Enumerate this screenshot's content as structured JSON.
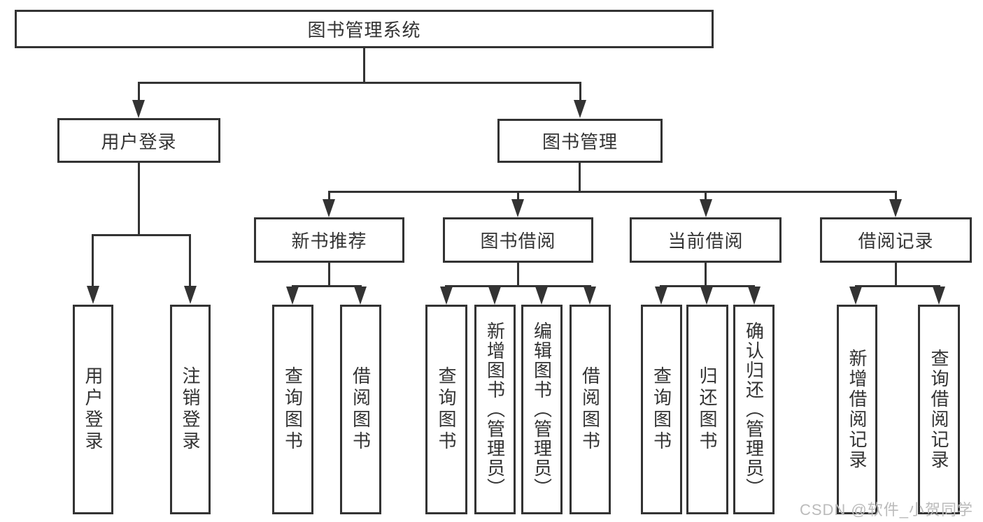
{
  "diagram_title": "图书管理系统",
  "colors": {
    "line": "#333333",
    "text": "#333333",
    "watermark": "#bbbbbb"
  },
  "nodes": {
    "root": {
      "label": "图书管理系统"
    },
    "user_login": {
      "label": "用户登录"
    },
    "book_mgmt": {
      "label": "图书管理"
    },
    "new_book_rec": {
      "label": "新书推荐"
    },
    "book_borrow": {
      "label": "图书借阅"
    },
    "current_borrow": {
      "label": "当前借阅"
    },
    "borrow_records": {
      "label": "借阅记录"
    },
    "leaf_user_login": {
      "label": "用户登录"
    },
    "leaf_logout": {
      "label": "注销登录"
    },
    "leaf_rec_query": {
      "label": "查询图书"
    },
    "leaf_rec_borrow": {
      "label": "借阅图书"
    },
    "leaf_bb_query": {
      "label": "查询图书"
    },
    "leaf_bb_add": {
      "label": "新增图书（管理员）"
    },
    "leaf_bb_edit": {
      "label": "编辑图书（管理员）"
    },
    "leaf_bb_borrow": {
      "label": "借阅图书"
    },
    "leaf_cb_query": {
      "label": "查询图书"
    },
    "leaf_cb_return": {
      "label": "归还图书"
    },
    "leaf_cb_confirm": {
      "label": "确认归还（管理员）"
    },
    "leaf_br_add": {
      "label": "新增借阅记录"
    },
    "leaf_br_query": {
      "label": "查询借阅记录"
    }
  },
  "watermark": {
    "text": "CSDN @软件_小贺同学"
  }
}
